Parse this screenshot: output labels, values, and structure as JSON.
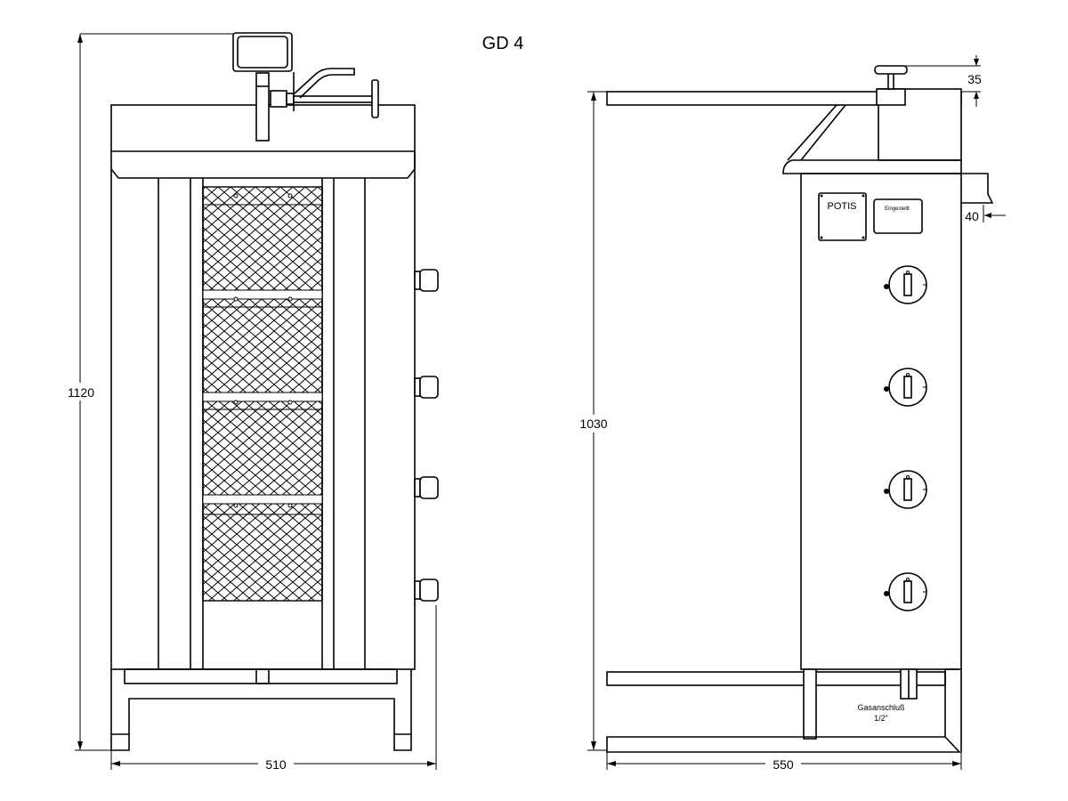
{
  "title": "GD 4",
  "front_view": {
    "height_dim": "1120",
    "width_dim": "510"
  },
  "side_view": {
    "height_dim": "1030",
    "width_dim": "550",
    "top_knob_dim": "35",
    "overhang_dim": "40",
    "brand_plate": "POTIS",
    "label_plate": "Eingestellt",
    "gas_connection_label": "Gasanschluß",
    "gas_connection_size": "1/2\""
  }
}
